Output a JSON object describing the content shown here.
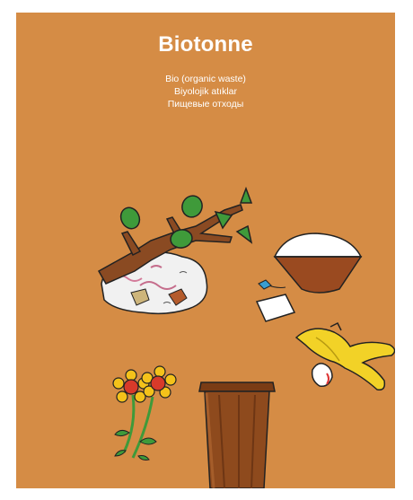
{
  "poster": {
    "title": "Biotonne",
    "subtitles": [
      "Bio (organic waste)",
      "Biyolojik atıklar",
      "Пищевые отходы"
    ],
    "colors": {
      "background": "#d58c45",
      "text": "#ffffff",
      "bin": "#8e4a1d",
      "leaf": "#3f9a3a"
    }
  }
}
